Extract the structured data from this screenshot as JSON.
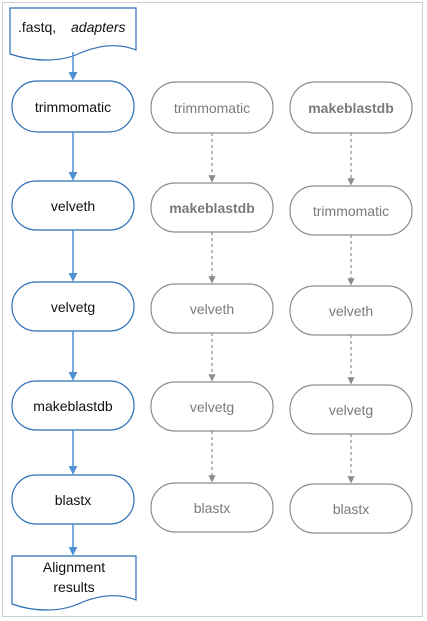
{
  "colors": {
    "primary_stroke": "#2a6fb5",
    "secondary_stroke": "#8c8c8c",
    "primary_arrow": "#4d90d6",
    "secondary_arrow": "#8c8c8c",
    "primary_text": "#111111",
    "secondary_text": "#7a7a7a"
  },
  "columns": [
    {
      "id": "col-1",
      "style": "primary",
      "input": {
        "plain": ".fastq,",
        "italic": "adapters"
      },
      "steps": [
        "trimmomatic",
        "velveth",
        "velvetg",
        "makeblastdb",
        "blastx"
      ],
      "output": [
        "Alignment",
        "results"
      ]
    },
    {
      "id": "col-2",
      "style": "secondary",
      "steps": [
        "trimmomatic",
        "makeblastdb",
        "velveth",
        "velvetg",
        "blastx"
      ]
    },
    {
      "id": "col-3",
      "style": "secondary",
      "steps": [
        "makeblastdb",
        "trimmomatic",
        "velveth",
        "velvetg",
        "blastx"
      ]
    }
  ]
}
